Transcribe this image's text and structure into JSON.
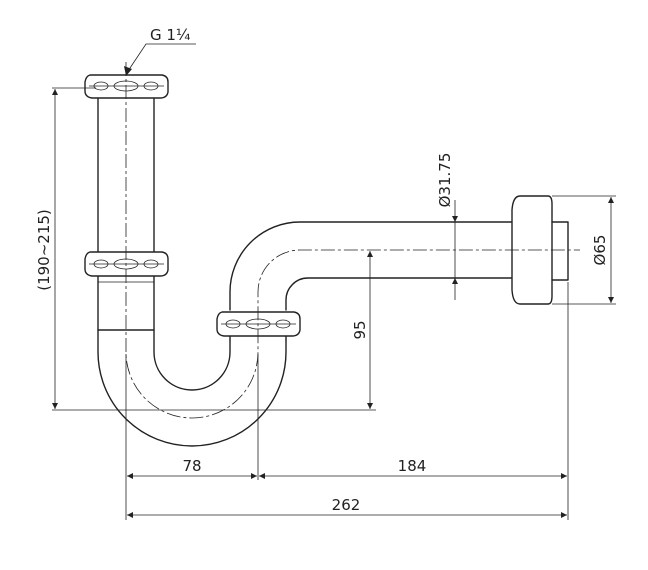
{
  "drawing": {
    "thread_label": "G 1¼",
    "height_range": "(190~215)",
    "outlet_pipe_diameter": "Ø31.75",
    "flange_diameter": "Ø65",
    "vertical_drop": "95",
    "trap_width": "78",
    "outlet_offset": "184",
    "overall_length": "262"
  }
}
